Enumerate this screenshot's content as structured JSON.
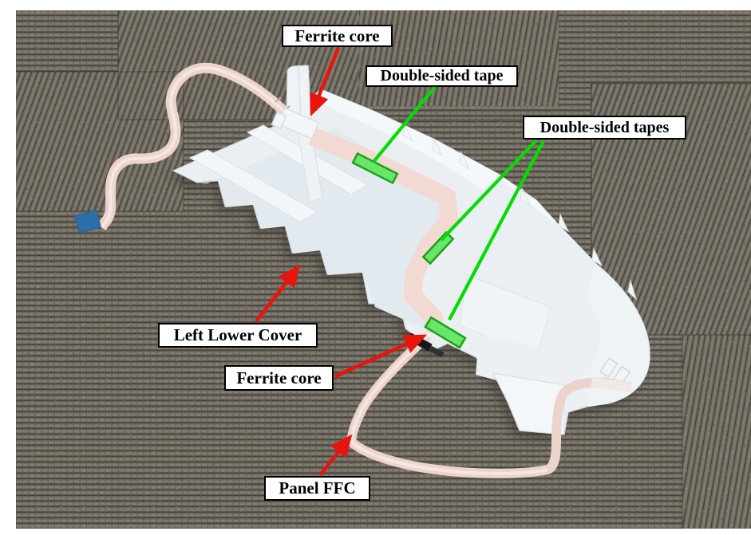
{
  "figure": {
    "type": "annotated-photo",
    "labels": {
      "ferrite_core_top": "Ferrite core",
      "double_sided_tape": "Double-sided tape",
      "double_sided_tapes": "Double-sided tapes",
      "left_lower_cover": "Left Lower Cover",
      "ferrite_core_bottom": "Ferrite core",
      "panel_ffc": "Panel FFC"
    },
    "objects": [
      "left-lower-cover-plastic-part",
      "panel-ffc-ribbon-cable-upper",
      "panel-ffc-ribbon-cable-lower",
      "blue-ffc-connector-stiffener",
      "ferrite-core-clip-top",
      "ferrite-core-bottom",
      "double-sided-tape-1",
      "double-sided-tape-2",
      "double-sided-tape-3",
      "gray-carpet-tiles"
    ],
    "colors": {
      "callout_red": "#e9140b",
      "callout_green": "#00dc00",
      "tape_fill": "#5ee75e",
      "tape_border": "#0a9c0a",
      "ffc_pink": "#ecd3cc",
      "connector_blue": "#2b6fa8",
      "cover_white": "#eceff2",
      "carpet_light": "#837d71",
      "carpet_dark": "#45413b",
      "label_bg": "#ffffff",
      "label_border": "#000000"
    }
  }
}
